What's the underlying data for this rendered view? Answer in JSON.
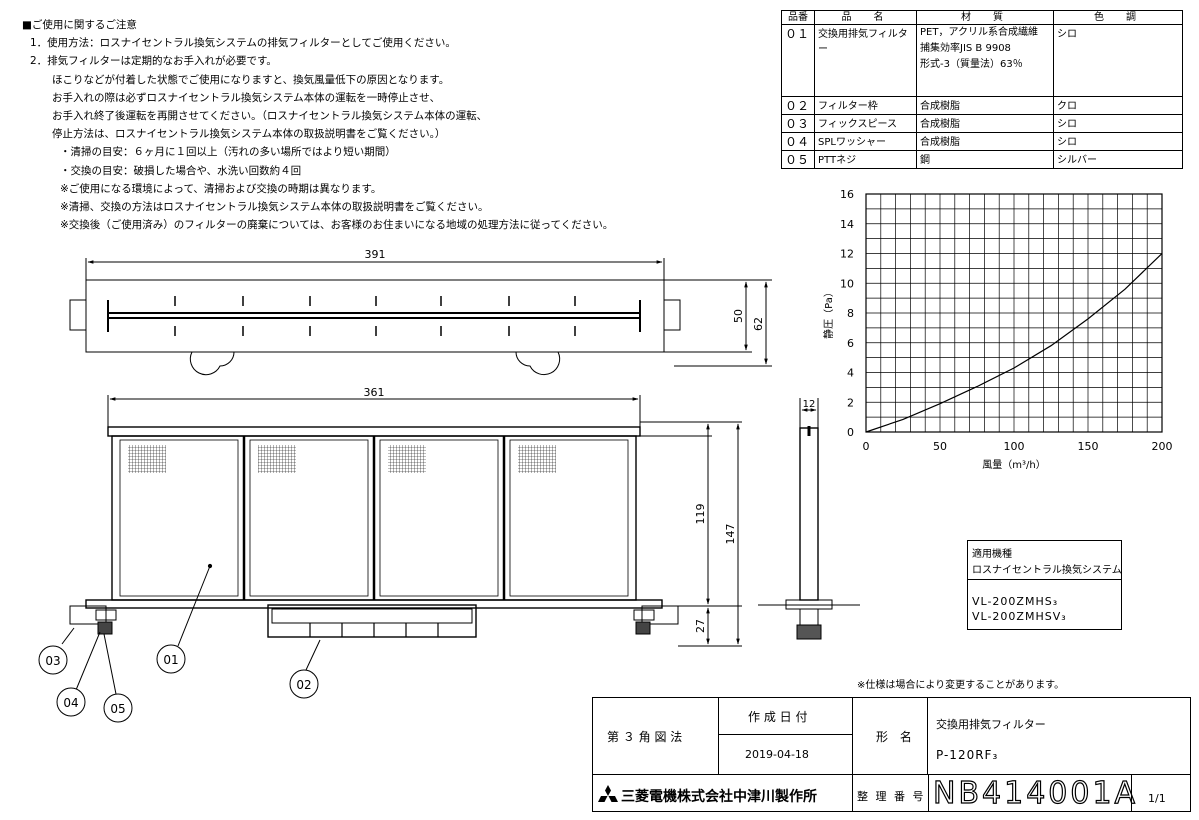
{
  "notes": {
    "heading": "■ご使用に関するご注意",
    "lines": [
      "1．使用方法：ロスナイセントラル換気システムの排気フィルターとしてご使用ください。",
      "2．排気フィルターは定期的なお手入れが必要です。",
      "ほこりなどが付着した状態でご使用になりますと、換気風量低下の原因となります。",
      "お手入れの際は必ずロスナイセントラル換気システム本体の運転を一時停止させ、",
      "お手入れ終了後運転を再開させてください。（ロスナイセントラル換気システム本体の運転、",
      "停止方法は、ロスナイセントラル換気システム本体の取扱説明書をご覧ください。）",
      "・清掃の目安：６ヶ月に１回以上（汚れの多い場所ではより短い期間）",
      "・交換の目安：破損した場合や、水洗い回数約４回",
      "※ご使用になる環境によって、清掃および交換の時期は異なります。",
      "※清掃、交換の方法はロスナイセントラル換気システム本体の取扱説明書をご覧ください。",
      "※交換後（ご使用済み）のフィルターの廃棄については、お客様のお住まいになる地域の処理方法に従ってください。"
    ]
  },
  "parts_table": {
    "headers": [
      "品番",
      "品　名",
      "材　質",
      "色　調"
    ],
    "rows": [
      {
        "no": "０１",
        "name": "交換用排気フィルター",
        "material": [
          "PET，アクリル系合成繊維",
          "捕集効率JIS B 9908",
          "形式-3（質量法）63％"
        ],
        "color": "シロ"
      },
      {
        "no": "０２",
        "name": "フィルター枠",
        "material": [
          "合成樹脂"
        ],
        "color": "クロ"
      },
      {
        "no": "０３",
        "name": "フィックスピース",
        "material": [
          "合成樹脂"
        ],
        "color": "シロ"
      },
      {
        "no": "０４",
        "name": "SPLワッシャー",
        "material": [
          "合成樹脂"
        ],
        "color": "シロ"
      },
      {
        "no": "０５",
        "name": "PTTネジ",
        "material": [
          "鋼"
        ],
        "color": "シルバー"
      }
    ]
  },
  "dimensions": {
    "top_width": "391",
    "top_h_inner": "50",
    "top_h_outer": "62",
    "front_width": "361",
    "front_h_inner": "119",
    "front_h_outer": "147",
    "front_h_bottom": "27",
    "side_width": "12"
  },
  "callouts": [
    "03",
    "01",
    "02",
    "04",
    "05"
  ],
  "chart_data": {
    "type": "line",
    "xlabel": "風量（m³/h）",
    "ylabel": "静圧（Pa）",
    "xlim": [
      0,
      200
    ],
    "ylim": [
      0,
      16
    ],
    "xticks": [
      0,
      50,
      100,
      150,
      200
    ],
    "yticks": [
      0,
      2,
      4,
      6,
      8,
      10,
      12,
      14,
      16
    ],
    "grid": true,
    "series": [
      {
        "x": [
          0,
          25,
          50,
          75,
          100,
          125,
          150,
          175,
          200
        ],
        "y": [
          0,
          0.85,
          1.9,
          3.05,
          4.3,
          5.8,
          7.6,
          9.6,
          12.0
        ]
      }
    ]
  },
  "applicable": {
    "label": "適用機種",
    "system": "ロスナイセントラル換気システム",
    "models": [
      "VL-200ZMHS₃",
      "VL-200ZMHSV₃"
    ]
  },
  "spec_note": "※仕様は場合により変更することがあります。",
  "title_block": {
    "projection": "第 ３ 角 図 法",
    "date_label": "作 成 日 付",
    "date": "2019-04-18",
    "model_label": "形 名",
    "product_name": "交換用排気フィルター",
    "model": "P-120RF₃",
    "company": "三菱電機株式会社中津川製作所",
    "docno_label": "整 理 番 号",
    "docno": "NB414001A",
    "sheet": "1/1"
  }
}
